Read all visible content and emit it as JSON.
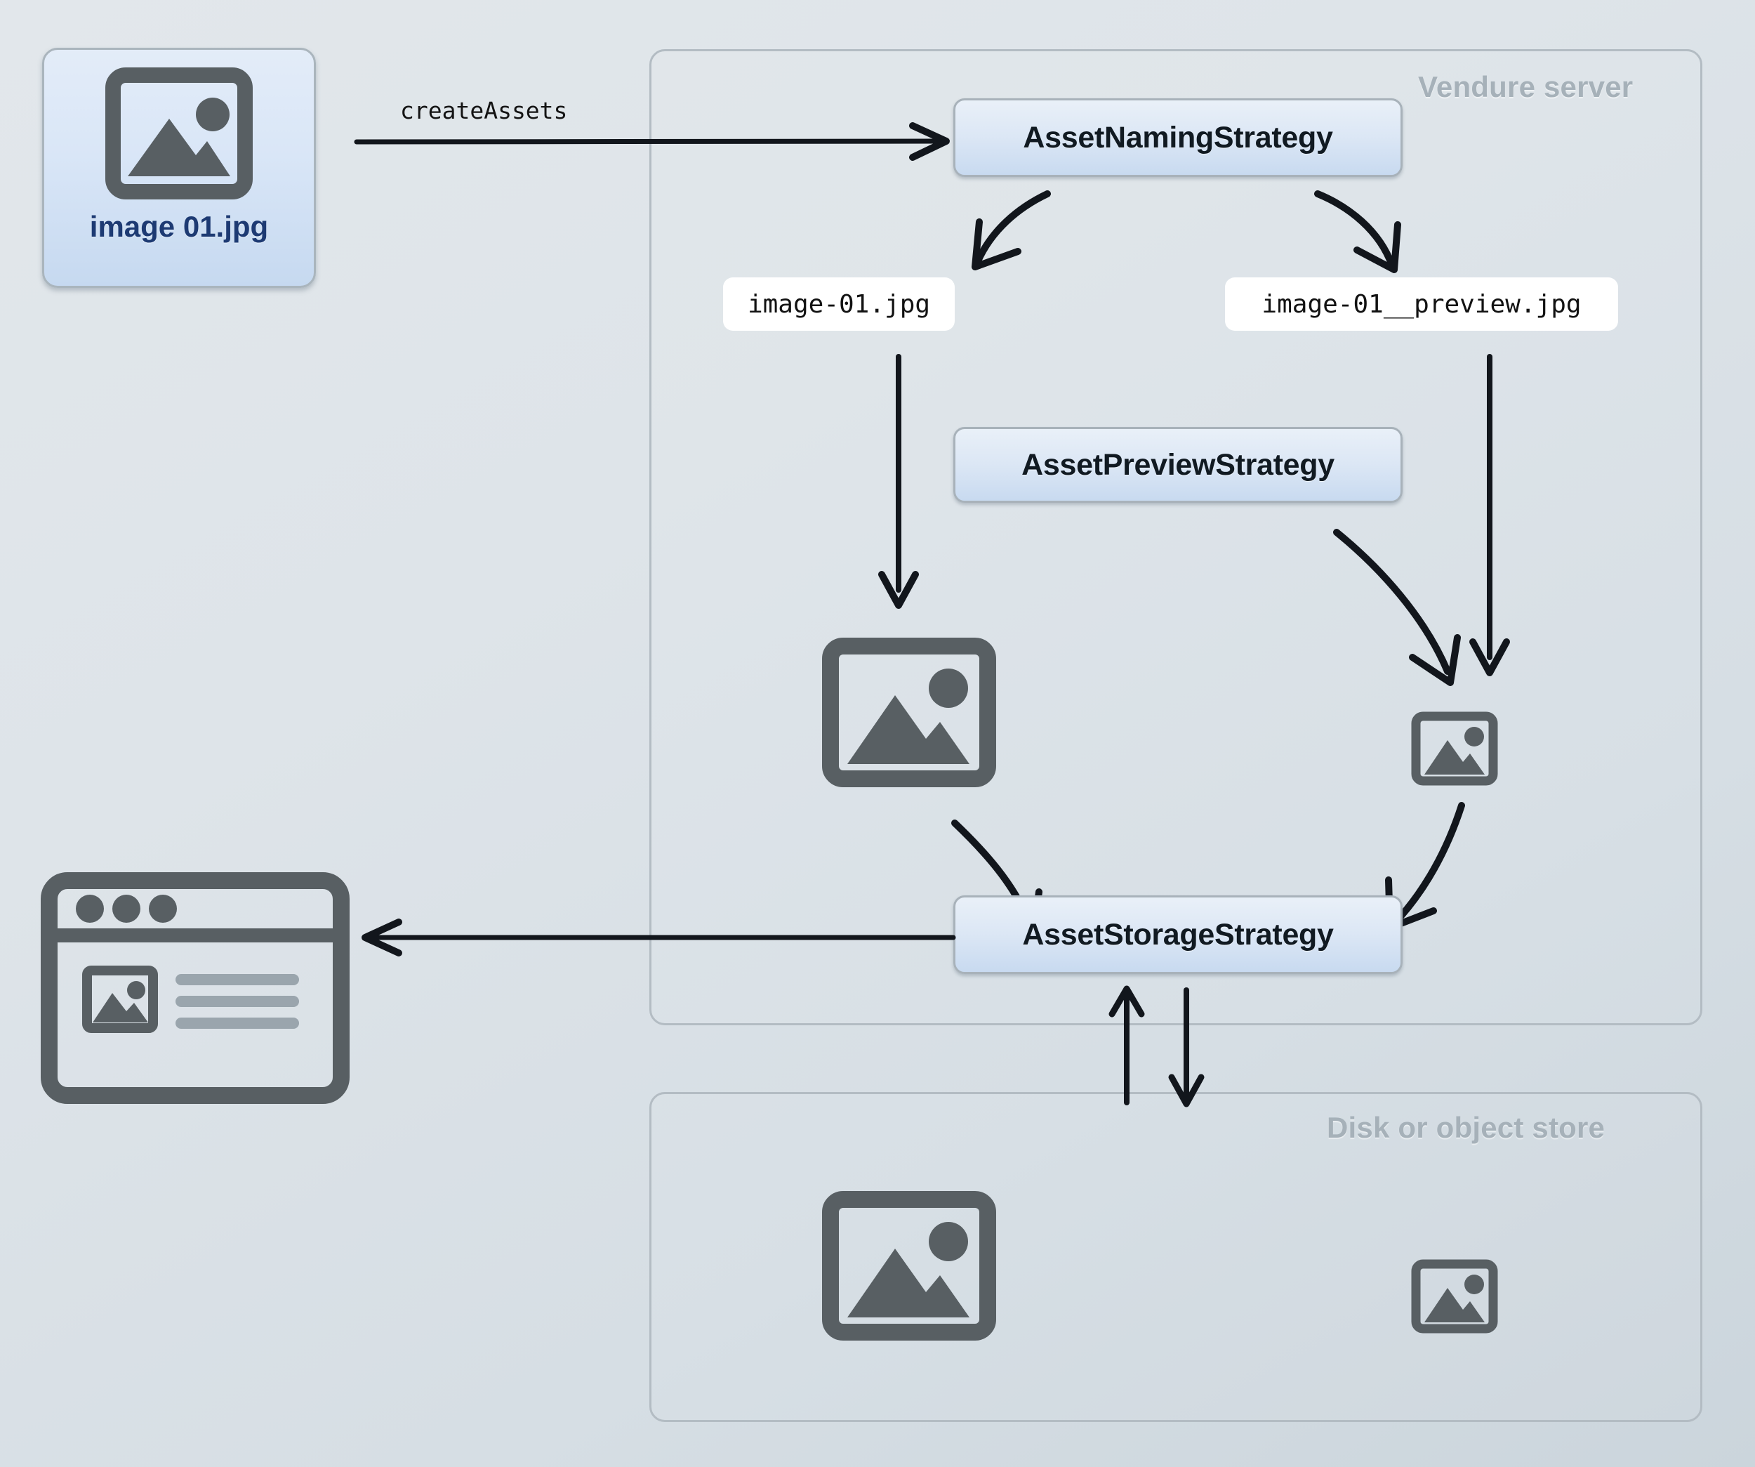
{
  "diagram": {
    "title_text_present": false,
    "source_file": {
      "label": "image 01.jpg",
      "icon": "image-placeholder-icon"
    },
    "edges": [
      {
        "id": "create-assets",
        "label": "createAssets",
        "from": "image 01.jpg",
        "to": "AssetNamingStrategy",
        "style": "straight-arrow-right"
      },
      {
        "id": "naming-to-original",
        "label": "",
        "from": "AssetNamingStrategy",
        "to": "image-01.jpg",
        "style": "curved-arrow-down-left"
      },
      {
        "id": "naming-to-preview",
        "label": "",
        "from": "AssetNamingStrategy",
        "to": "image-01__preview.jpg",
        "style": "curved-arrow-down-right"
      },
      {
        "id": "original-to-image",
        "label": "",
        "from": "image-01.jpg",
        "to": "source-image",
        "style": "straight-arrow-down"
      },
      {
        "id": "preview-to-thumb",
        "label": "",
        "from": "image-01__preview.jpg",
        "to": "preview-image",
        "style": "straight-arrow-down"
      },
      {
        "id": "previewstrategy-to-thumb",
        "label": "",
        "from": "AssetPreviewStrategy",
        "to": "preview-image",
        "style": "curved-arrow-down-right"
      },
      {
        "id": "image-to-storage",
        "label": "",
        "from": "source-image",
        "to": "AssetStorageStrategy",
        "style": "curved-arrow-down-right"
      },
      {
        "id": "thumb-to-storage",
        "label": "",
        "from": "preview-image",
        "to": "AssetStorageStrategy",
        "style": "curved-arrow-down-left"
      },
      {
        "id": "storage-to-browser",
        "label": "",
        "from": "AssetStorageStrategy",
        "to": "browser-window",
        "style": "straight-arrow-left"
      },
      {
        "id": "disk-read",
        "label": "",
        "from": "Disk or object store",
        "to": "AssetStorageStrategy",
        "style": "straight-arrow-up"
      },
      {
        "id": "disk-write",
        "label": "",
        "from": "AssetStorageStrategy",
        "to": "Disk or object store",
        "style": "straight-arrow-down"
      }
    ],
    "containers": [
      {
        "id": "vendure-server",
        "label": "Vendure server"
      },
      {
        "id": "disk-store",
        "label": "Disk or object store"
      }
    ],
    "strategies": [
      {
        "id": "asset-naming-strategy",
        "label": "AssetNamingStrategy"
      },
      {
        "id": "asset-preview-strategy",
        "label": "AssetPreviewStrategy"
      },
      {
        "id": "asset-storage-strategy",
        "label": "AssetStorageStrategy"
      }
    ],
    "filenames": [
      {
        "id": "original-filename",
        "label": "image-01.jpg"
      },
      {
        "id": "preview-filename",
        "label": "image-01__preview.jpg"
      }
    ],
    "icons": [
      {
        "id": "browser-window-icon",
        "name": "browser-window-icon"
      },
      {
        "id": "server-source-image-icon",
        "name": "image-placeholder-icon"
      },
      {
        "id": "server-preview-image-icon",
        "name": "image-placeholder-icon"
      },
      {
        "id": "disk-source-image-icon",
        "name": "image-placeholder-icon"
      },
      {
        "id": "disk-preview-image-icon",
        "name": "image-placeholder-icon"
      }
    ],
    "colors": {
      "background_top": "#e2e7eb",
      "background_bottom": "#cbd5dc",
      "container_border": "#b3bcc3",
      "container_label": "#a6b1b9",
      "strategy_fill_top": "#e9f0f8",
      "strategy_fill_bottom": "#c8daf0",
      "strategy_border": "#a8b2ba",
      "icon_gray": "#585f63",
      "arrow_black": "#12161c",
      "file_label_blue": "#1d3a73",
      "chip_white": "#ffffff"
    }
  }
}
